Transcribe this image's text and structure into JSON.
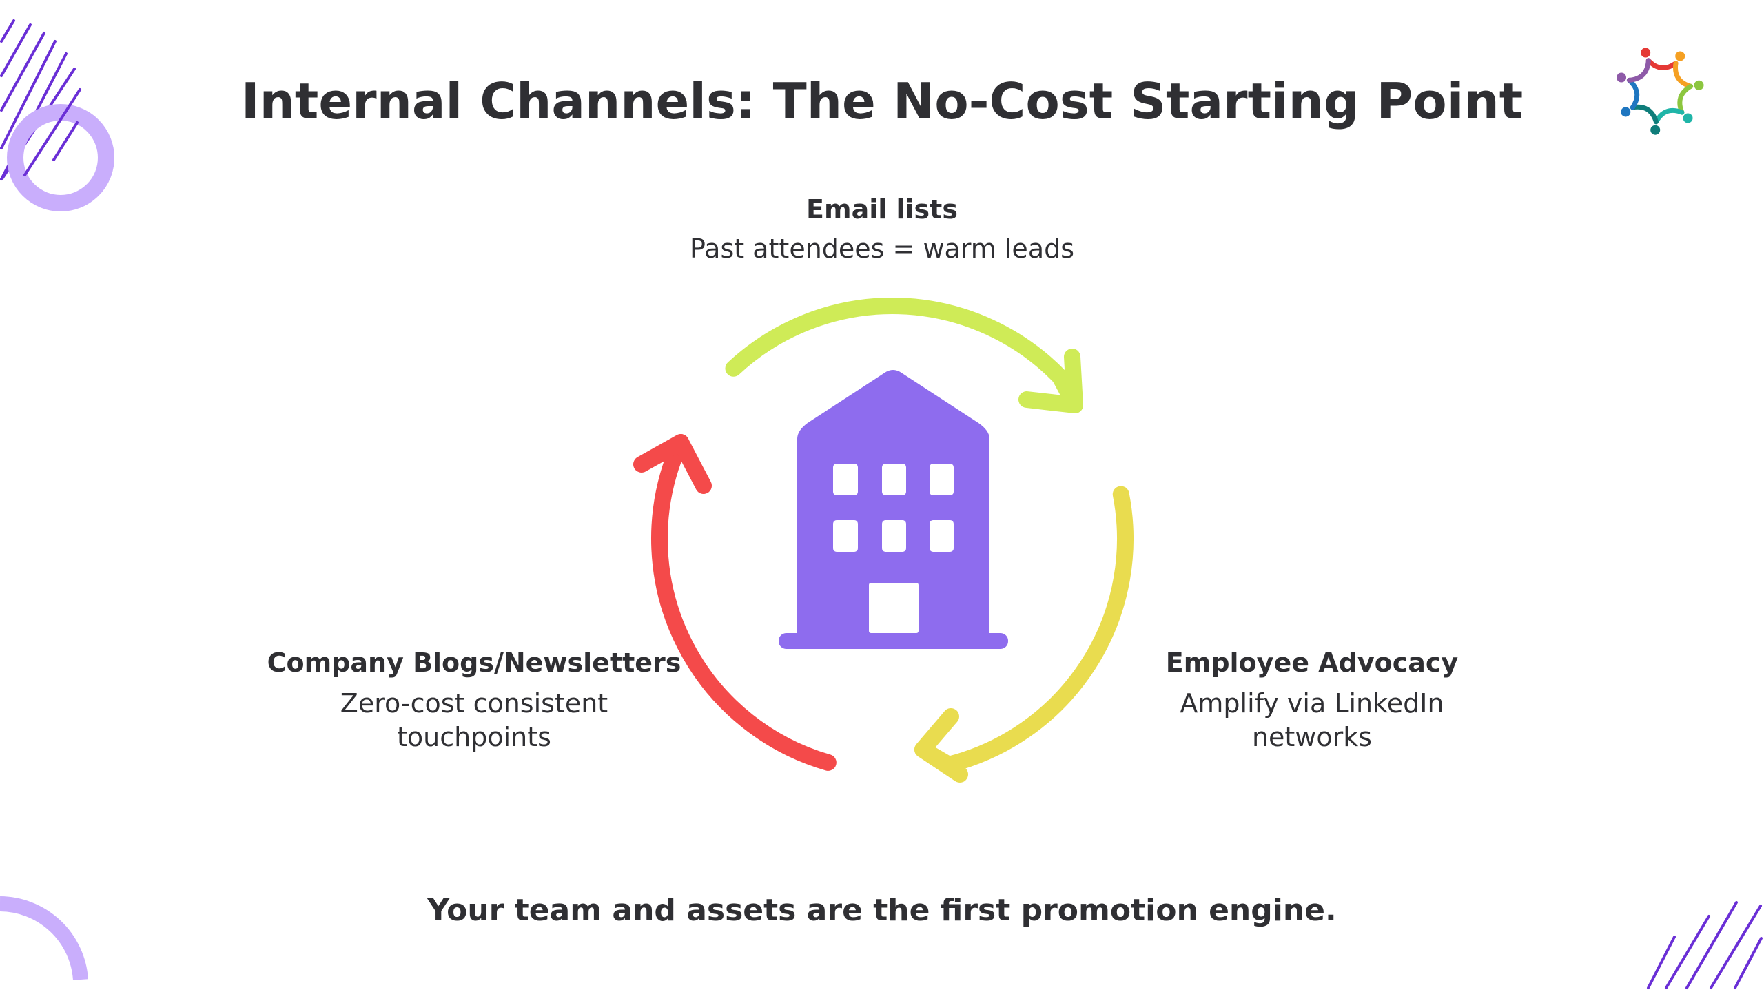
{
  "title": "Internal Channels: The No-Cost Starting Point",
  "cycle": {
    "center_icon": "building-icon",
    "nodes": [
      {
        "heading": "Email lists",
        "lines": [
          "Past attendees = warm leads"
        ]
      },
      {
        "heading": "Employee Advocacy",
        "lines": [
          "Amplify via LinkedIn",
          "networks"
        ]
      },
      {
        "heading": "Company Blogs/Newsletters",
        "lines": [
          "Zero-cost consistent",
          "touchpoints"
        ]
      }
    ],
    "arrow_colors": [
      "#cfeb57",
      "#e9dc4f",
      "#f44a4a"
    ],
    "icon_color": "#8e6cee"
  },
  "footer": "Your team and assets are the first promotion engine.",
  "logo": {
    "icon": "people-circle-logo",
    "colors": [
      "#e53935",
      "#f5a023",
      "#8cc63f",
      "#1fb5a8",
      "#0f7d7a",
      "#1e76c0",
      "#8e5aa8"
    ]
  },
  "decor_color": "#6a2fd6"
}
